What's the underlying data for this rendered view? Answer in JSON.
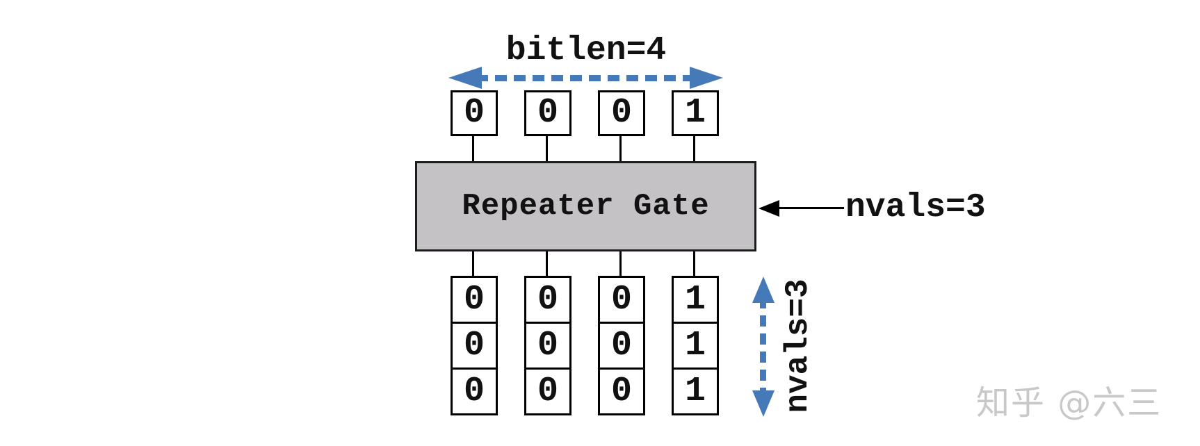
{
  "diagram": {
    "bitlen_label": "bitlen=4",
    "gate_label": "Repeater Gate",
    "nvals_pointer_label": "nvals=3",
    "nvals_vertical_label": "nvals=3",
    "top_row": {
      "values": [
        "0",
        "0",
        "0",
        "1"
      ]
    },
    "output_matrix": {
      "columns": [
        {
          "cells": [
            "0",
            "0",
            "0"
          ]
        },
        {
          "cells": [
            "0",
            "0",
            "0"
          ]
        },
        {
          "cells": [
            "0",
            "0",
            "0"
          ]
        },
        {
          "cells": [
            "1",
            "1",
            "1"
          ]
        }
      ]
    }
  },
  "watermark": "知乎 @六三",
  "colors": {
    "arrow_blue": "#4679b8",
    "gate_fill": "#c4c2c4",
    "gate_border": "#1c1c1c",
    "box_border": "#000000",
    "pointer_black": "#000000",
    "watermark_gray": "#c8c8c8",
    "background": "#ffffff"
  }
}
